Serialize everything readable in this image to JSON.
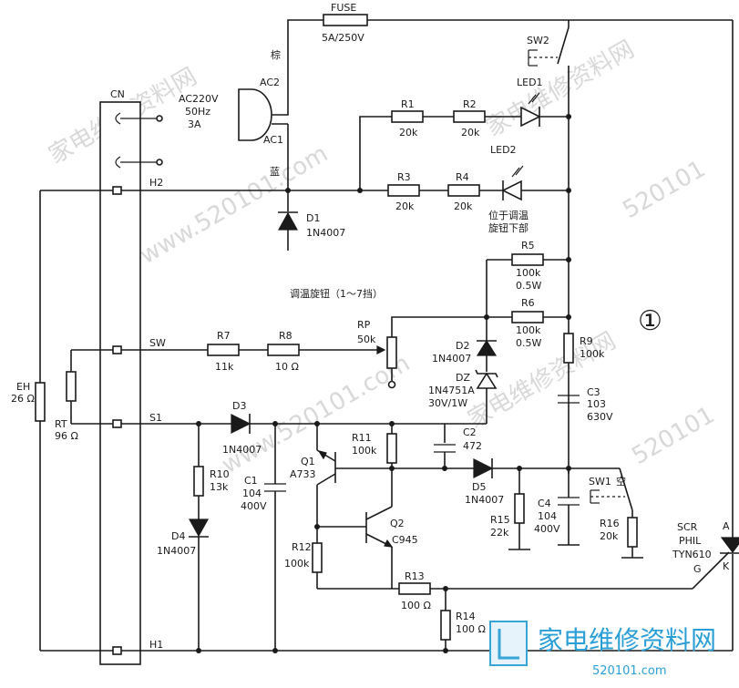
{
  "connector": {
    "name": "CN",
    "pins": [
      "H2",
      "SW",
      "S1",
      "H1"
    ]
  },
  "mains": {
    "source": "AC220V",
    "freq": "50Hz",
    "current": "3A",
    "ac2": "AC2",
    "ac1": "AC1",
    "brown": "棕",
    "blue": "蓝"
  },
  "fuse": {
    "name": "FUSE",
    "rating": "5A/250V"
  },
  "switches": {
    "sw2": "SW2",
    "sw1": "SW1",
    "sw1_note": "空"
  },
  "leds": {
    "led1": "LED1",
    "led2": "LED2",
    "led2_note_1": "位于调温",
    "led2_note_2": "旋钮下部"
  },
  "knob": {
    "title": "调温旋钮（1～7挡）",
    "name": "RP",
    "value": "50k"
  },
  "heater": {
    "eh": "EH",
    "eh_value": "26 Ω",
    "rt": "RT",
    "rt_value": "96 Ω"
  },
  "resistors": {
    "r1": "R1",
    "r1v": "20k",
    "r2": "R2",
    "r2v": "20k",
    "r3": "R3",
    "r3v": "20k",
    "r4": "R4",
    "r4v": "20k",
    "r5": "R5",
    "r5v": "100k",
    "r5p": "0.5W",
    "r6": "R6",
    "r6v": "100k",
    "r6p": "0.5W",
    "r7": "R7",
    "r7v": "11k",
    "r8": "R8",
    "r8v": "10 Ω",
    "r9": "R9",
    "r9v": "100k",
    "r10": "R10",
    "r10v": "13k",
    "r11": "R11",
    "r11v": "100k",
    "r12": "R12",
    "r12v": "100k",
    "r13": "R13",
    "r13v": "100 Ω",
    "r14": "R14",
    "r14v": "100 Ω",
    "r15": "R15",
    "r15v": "22k",
    "r16": "R16",
    "r16v": "20k"
  },
  "capacitors": {
    "c1": "C1",
    "c1v": "104",
    "c1u": "400V",
    "c2": "C2",
    "c2v": "472",
    "c3": "C3",
    "c3v": "103",
    "c3u": "630V",
    "c4": "C4",
    "c4v": "104",
    "c4u": "400V"
  },
  "diodes": {
    "d1": "D1",
    "d1v": "1N4007",
    "d2": "D2",
    "d2v": "1N4007",
    "d3": "D3",
    "d3v": "1N4007",
    "d4": "D4",
    "d4v": "1N4007",
    "d5": "D5",
    "d5v": "1N4007",
    "dz": "DZ",
    "dzv": "1N4751A",
    "dzp": "30V/1W"
  },
  "transistors": {
    "q1": "Q1",
    "q1v": "A733",
    "q2": "Q2",
    "q2v": "C945"
  },
  "scr": {
    "line1": "SCR",
    "line2": "PHIL",
    "line3": "TYN610",
    "g": "G",
    "a": "A",
    "k": "K"
  },
  "marker": "①",
  "watermarks": [
    "家电维修资料网",
    "www.520101.com",
    "家电维修资料网",
    "520101",
    "www.520101.com",
    "家电维修资料网",
    "520101"
  ],
  "logo": {
    "text": "家电维修资料网",
    "url": "520101.com"
  }
}
